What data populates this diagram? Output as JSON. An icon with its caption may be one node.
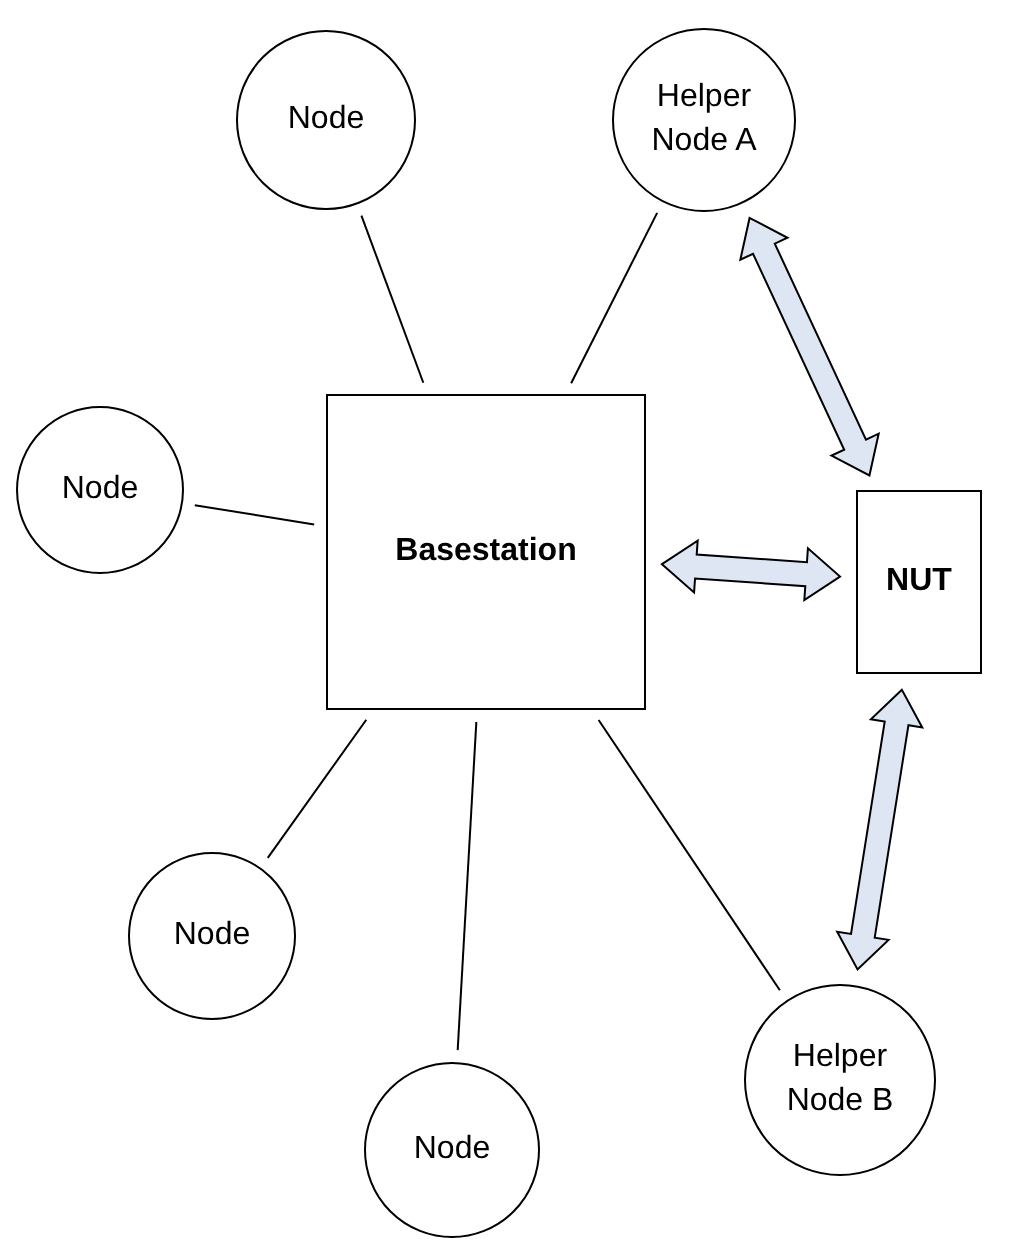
{
  "diagram": {
    "nodes": [
      {
        "text": [
          "Node"
        ]
      },
      {
        "text": [
          "Helper Node A"
        ]
      },
      {
        "text": [
          "Node"
        ]
      },
      {
        "text": [
          "Basestation"
        ]
      },
      {
        "text": [
          "NUT"
        ]
      },
      {
        "text": [
          "Node"
        ]
      },
      {
        "text": [
          "Helper Node B"
        ]
      },
      {
        "text": [
          "Node"
        ]
      }
    ],
    "edges": [
      {
        "from": 0,
        "to": 3,
        "arrow": "none"
      },
      {
        "from": 1,
        "to": 3,
        "arrow": "none"
      },
      {
        "from": 2,
        "to": 3,
        "arrow": "none"
      },
      {
        "from": 5,
        "to": 3,
        "arrow": "none"
      },
      {
        "from": 7,
        "to": 3,
        "arrow": "none"
      },
      {
        "from": 6,
        "to": 3,
        "arrow": "none"
      },
      {
        "from": 3,
        "to": 4,
        "arrow": "both",
        "style": "thick"
      },
      {
        "from": 1,
        "to": 4,
        "arrow": "both",
        "style": "thick"
      },
      {
        "from": 4,
        "to": 6,
        "arrow": "both",
        "style": "thick"
      }
    ]
  }
}
